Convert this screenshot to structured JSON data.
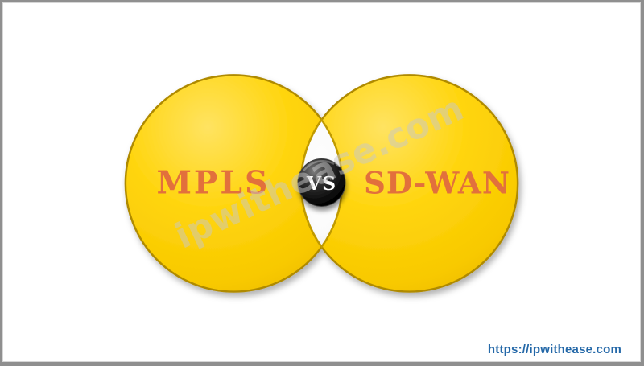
{
  "diagram": {
    "left_circle_label": "MPLS",
    "right_circle_label": "SD-WAN",
    "vs_label": "VS",
    "watermark": "ipwithease.com",
    "colors": {
      "circle_fill_yellow": "#FFD205",
      "circle_highlight_yellow": "#FFE361",
      "circle_outline_gold": "#AF8A00",
      "label_orange": "#E2703C",
      "vs_badge_black": "#000000",
      "vs_text_white": "#FFFFFF",
      "watermark_gray": "#C8C8C8",
      "overlap_white": "#FFFFFF",
      "frame_border_gray": "#8F8F8F",
      "url_blue": "#2468A8"
    }
  },
  "footer": {
    "url": "https://ipwithease.com"
  }
}
